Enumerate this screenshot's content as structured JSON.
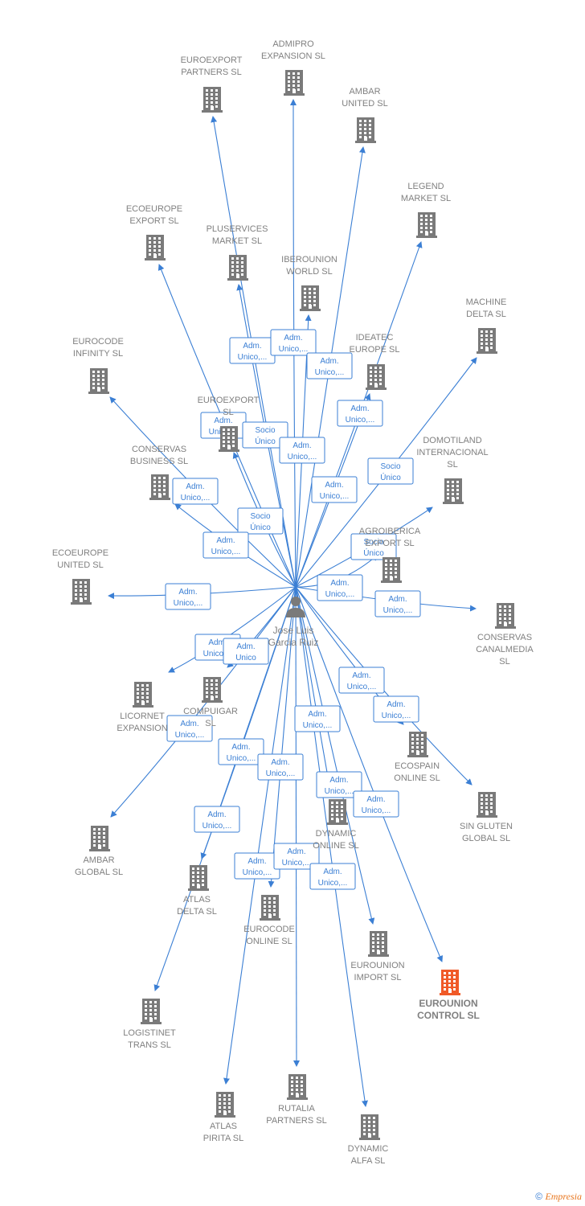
{
  "center": {
    "name_lines": [
      "Jose Luis",
      "Garcia Ruiz"
    ],
    "icon": "person-icon"
  },
  "colors": {
    "edge": "#3b7fd4",
    "node": "#7a7a7a",
    "highlight": "#f05a28"
  },
  "nodes": [
    {
      "id": "euroexport-partners",
      "lines": [
        "EUROEXPORT",
        "PARTNERS  SL"
      ],
      "highlight": false
    },
    {
      "id": "admipro-expansion",
      "lines": [
        "ADMIPRO",
        "EXPANSION  SL"
      ],
      "highlight": false
    },
    {
      "id": "ambar-united",
      "lines": [
        "AMBAR",
        "UNITED  SL"
      ],
      "highlight": false
    },
    {
      "id": "legend-market",
      "lines": [
        "LEGEND",
        "MARKET  SL"
      ],
      "highlight": false
    },
    {
      "id": "ecoeurope-export",
      "lines": [
        "ECOEUROPE",
        "EXPORT  SL"
      ],
      "highlight": false
    },
    {
      "id": "pluservices-market",
      "lines": [
        "PLUSERVICES",
        "MARKET  SL"
      ],
      "highlight": false
    },
    {
      "id": "iberounion-world",
      "lines": [
        "IBEROUNION",
        "WORLD  SL"
      ],
      "highlight": false
    },
    {
      "id": "machine-delta",
      "lines": [
        "MACHINE",
        "DELTA  SL"
      ],
      "highlight": false
    },
    {
      "id": "eurocode-infinity",
      "lines": [
        "EUROCODE",
        "INFINITY  SL"
      ],
      "highlight": false
    },
    {
      "id": "ideatec-europe",
      "lines": [
        "IDEATEC",
        "EUROPE  SL"
      ],
      "highlight": false
    },
    {
      "id": "euroexport-sl",
      "lines": [
        "EUROEXPORT",
        "SL"
      ],
      "highlight": false
    },
    {
      "id": "domotiland",
      "lines": [
        "DOMOTILAND",
        "INTERNACIONAL",
        "SL"
      ],
      "highlight": false
    },
    {
      "id": "conservas-business",
      "lines": [
        "CONSERVAS",
        "BUSINESS  SL"
      ],
      "highlight": false
    },
    {
      "id": "agroiberica",
      "lines": [
        "AGROIBERICA",
        "EXPORT  SL"
      ],
      "highlight": false
    },
    {
      "id": "ecoeurope-united",
      "lines": [
        "ECOEUROPE",
        "UNITED  SL"
      ],
      "highlight": false
    },
    {
      "id": "conservas-canalmedia",
      "lines": [
        "CONSERVAS",
        "CANALMEDIA",
        "SL"
      ],
      "highlight": false
    },
    {
      "id": "licornet-expansion",
      "lines": [
        "LICORNET",
        "EXPANSION"
      ],
      "highlight": false
    },
    {
      "id": "compuigar",
      "lines": [
        "COMPUIGAR",
        "SL"
      ],
      "highlight": false
    },
    {
      "id": "ecospain-online",
      "lines": [
        "ECOSPAIN",
        "ONLINE  SL"
      ],
      "highlight": false
    },
    {
      "id": "sin-gluten-global",
      "lines": [
        "SIN GLUTEN",
        "GLOBAL  SL"
      ],
      "highlight": false
    },
    {
      "id": "ambar-global",
      "lines": [
        "AMBAR",
        "GLOBAL  SL"
      ],
      "highlight": false
    },
    {
      "id": "dynamic-online",
      "lines": [
        "DYNAMIC",
        "ONLINE  SL"
      ],
      "highlight": false
    },
    {
      "id": "atlas-delta",
      "lines": [
        "ATLAS",
        "DELTA  SL"
      ],
      "highlight": false
    },
    {
      "id": "eurocode-online",
      "lines": [
        "EUROCODE",
        "ONLINE  SL"
      ],
      "highlight": false
    },
    {
      "id": "eurounion-import",
      "lines": [
        "EUROUNION",
        "IMPORT  SL"
      ],
      "highlight": false
    },
    {
      "id": "eurounion-control",
      "lines": [
        "EUROUNION",
        "CONTROL  SL"
      ],
      "highlight": true
    },
    {
      "id": "logistinet-trans",
      "lines": [
        "LOGISTINET",
        "TRANS  SL"
      ],
      "highlight": false
    },
    {
      "id": "atlas-pirita",
      "lines": [
        "ATLAS",
        "PIRITA  SL"
      ],
      "highlight": false
    },
    {
      "id": "rutalia-partners",
      "lines": [
        "RUTALIA",
        "PARTNERS  SL"
      ],
      "highlight": false
    },
    {
      "id": "dynamic-alfa",
      "lines": [
        "DYNAMIC",
        "ALFA  SL"
      ],
      "highlight": false
    }
  ],
  "edges": [
    {
      "to": "euroexport-partners",
      "label": [
        "Adm.",
        "Unico,..."
      ]
    },
    {
      "to": "admipro-expansion",
      "label": [
        "Adm.",
        "Unico,..."
      ]
    },
    {
      "to": "ambar-united",
      "label": [
        "Adm.",
        "Unico,..."
      ]
    },
    {
      "to": "legend-market",
      "label": [
        "Adm.",
        "Unico,..."
      ]
    },
    {
      "to": "ecoeurope-export",
      "label": [
        "Adm.",
        "Unico,..."
      ]
    },
    {
      "to": "pluservices-market",
      "label": [
        "Socio",
        "Único"
      ]
    },
    {
      "to": "iberounion-world",
      "label": [
        "Adm.",
        "Unico,..."
      ]
    },
    {
      "to": "machine-delta",
      "label": [
        "Socio",
        "Único"
      ]
    },
    {
      "to": "eurocode-infinity",
      "label": [
        "Adm.",
        "Unico,..."
      ]
    },
    {
      "to": "ideatec-europe",
      "label": [
        "Adm.",
        "Unico,..."
      ]
    },
    {
      "to": "euroexport-sl",
      "label": [
        "Socio",
        "Único"
      ]
    },
    {
      "to": "domotiland",
      "label": [
        "Socio",
        "Único"
      ]
    },
    {
      "to": "conservas-business",
      "label": [
        "Adm.",
        "Unico,..."
      ]
    },
    {
      "to": "agroiberica",
      "label": [
        "Adm.",
        "Unico,..."
      ]
    },
    {
      "to": "ecoeurope-united",
      "label": [
        "Adm.",
        "Unico,..."
      ]
    },
    {
      "to": "conservas-canalmedia",
      "label": [
        "Adm.",
        "Unico,..."
      ]
    },
    {
      "to": "licornet-expansion",
      "label": [
        "Adm.",
        "Unico,..."
      ]
    },
    {
      "to": "compuigar",
      "label": [
        "Adm.",
        "Unico"
      ]
    },
    {
      "to": "ecospain-online",
      "label": [
        "Adm.",
        "Unico,..."
      ]
    },
    {
      "to": "sin-gluten-global",
      "label": [
        "Adm.",
        "Unico,..."
      ]
    },
    {
      "to": "ambar-global",
      "label": [
        "Adm.",
        "Unico,..."
      ]
    },
    {
      "to": "dynamic-online",
      "label": [
        "Adm.",
        "Unico,..."
      ]
    },
    {
      "to": "atlas-delta",
      "label": [
        "Adm.",
        "Unico,..."
      ]
    },
    {
      "to": "eurocode-online",
      "label": [
        "Adm.",
        "Unico,..."
      ]
    },
    {
      "to": "eurounion-import",
      "label": [
        "Adm.",
        "Unico,..."
      ]
    },
    {
      "to": "eurounion-control",
      "label": [
        "Adm.",
        "Unico,..."
      ]
    },
    {
      "to": "logistinet-trans",
      "label": [
        "Adm.",
        "Unico,..."
      ]
    },
    {
      "to": "atlas-pirita",
      "label": [
        "Adm.",
        "Unico,..."
      ]
    },
    {
      "to": "rutalia-partners",
      "label": [
        "Adm.",
        "Unico,..."
      ]
    },
    {
      "to": "dynamic-alfa",
      "label": [
        "Adm.",
        "Unico,..."
      ]
    }
  ],
  "footer": {
    "copyright": "©",
    "brand": "Empresia"
  }
}
